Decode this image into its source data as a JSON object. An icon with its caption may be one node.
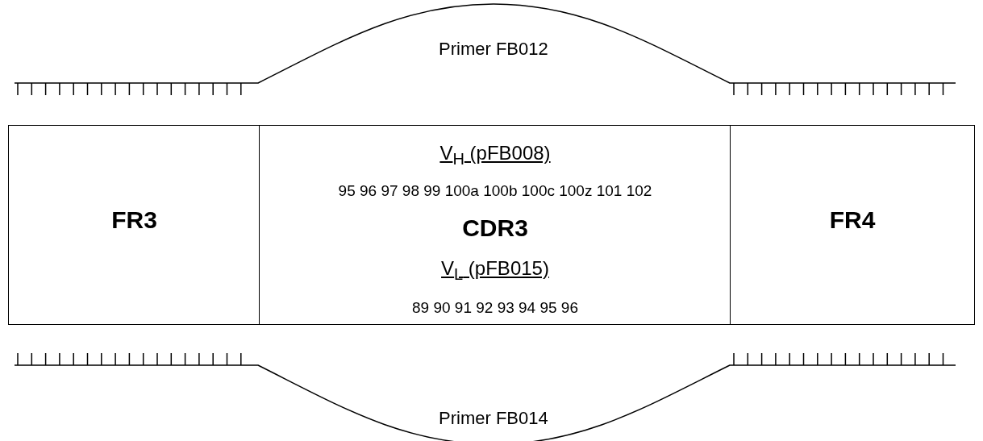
{
  "diagram": {
    "nodes": [
      {
        "text": [
          "FR3"
        ]
      },
      {
        "text": [
          "V$_{H}$ (pFB008)",
          "95 96 97 98 99 100a 100b 100c 100z 101 102",
          "CDR3",
          "V$_{L}$ (pFB015)",
          "89 90 91 92 93 94 95 96"
        ]
      },
      {
        "text": [
          "FR4"
        ]
      }
    ],
    "labels": [
      "Primer FB012",
      "Primer FB014"
    ]
  }
}
